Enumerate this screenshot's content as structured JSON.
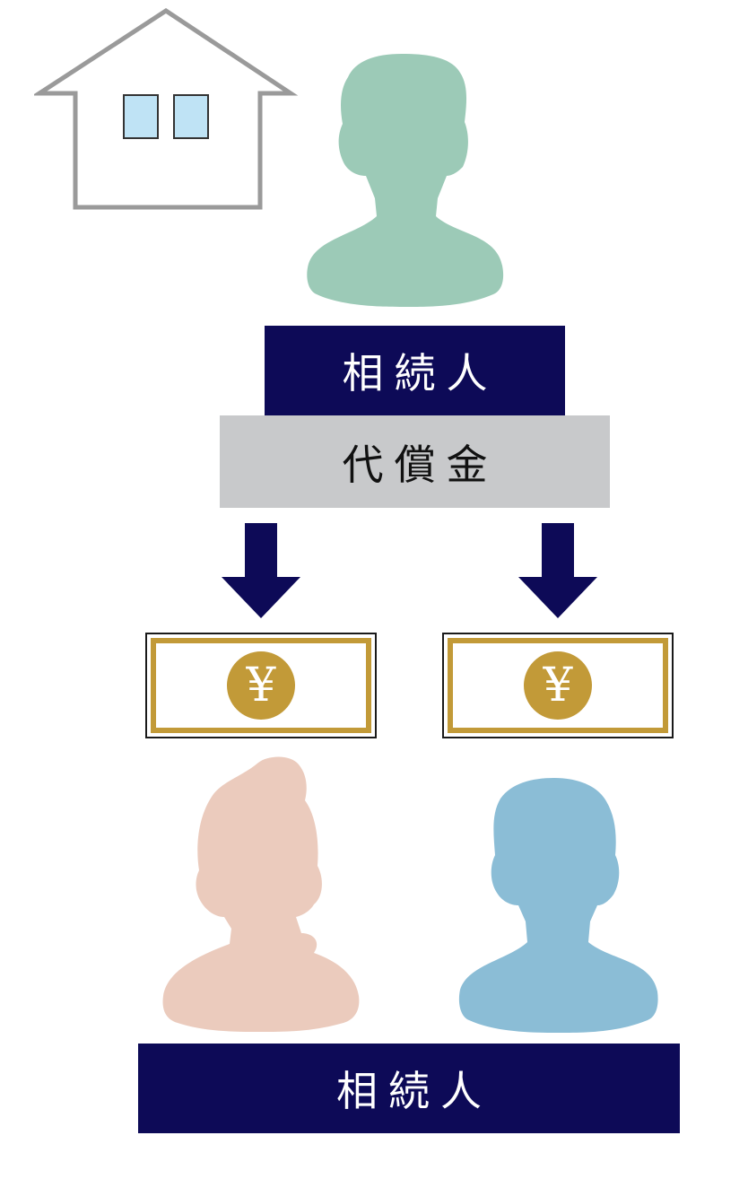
{
  "top_heir": {
    "label": "相続人"
  },
  "compensation": {
    "label": "代償金"
  },
  "bills": [
    {
      "symbol": "¥"
    },
    {
      "symbol": "¥"
    }
  ],
  "bottom_heirs": {
    "label": "相続人"
  },
  "colors": {
    "navy": "#0d0a57",
    "grey_box": "#c8c9cb",
    "gold": "#c29a38",
    "heir_top": "#9ccab7",
    "heir_female": "#ebcbbd",
    "heir_male": "#8bbdd6",
    "house_outline": "#9a9a9a",
    "window": "#bfe3f5"
  },
  "icons": [
    "house-icon",
    "person-icon",
    "arrow-down-icon",
    "yen-icon"
  ]
}
